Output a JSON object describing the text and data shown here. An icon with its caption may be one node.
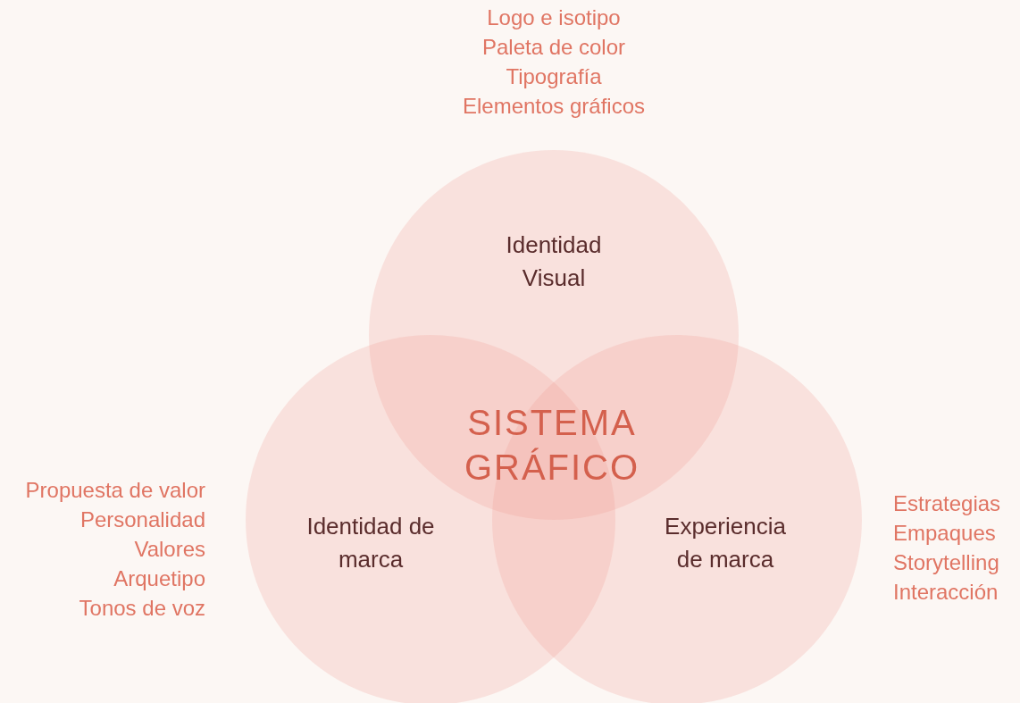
{
  "diagram": {
    "nodes": [
      {
        "text": [
          "Identidad Visual"
        ],
        "beside": [
          "Logo e isotipo",
          "Paleta de color",
          "Tipografía",
          "Elementos gráficos"
        ]
      },
      {
        "text": [
          "Identidad de marca"
        ],
        "beside": [
          "Propuesta de valor",
          "Personalidad",
          "Valores",
          "Arquetipo",
          "Tonos de voz"
        ]
      },
      {
        "text": [
          "Experiencia de marca"
        ],
        "beside": [
          "Estrategias",
          "Empaques",
          "Storytelling",
          "Interacción"
        ]
      }
    ],
    "edges": [],
    "labels": [
      "SISTEMA GRÁFICO"
    ]
  }
}
